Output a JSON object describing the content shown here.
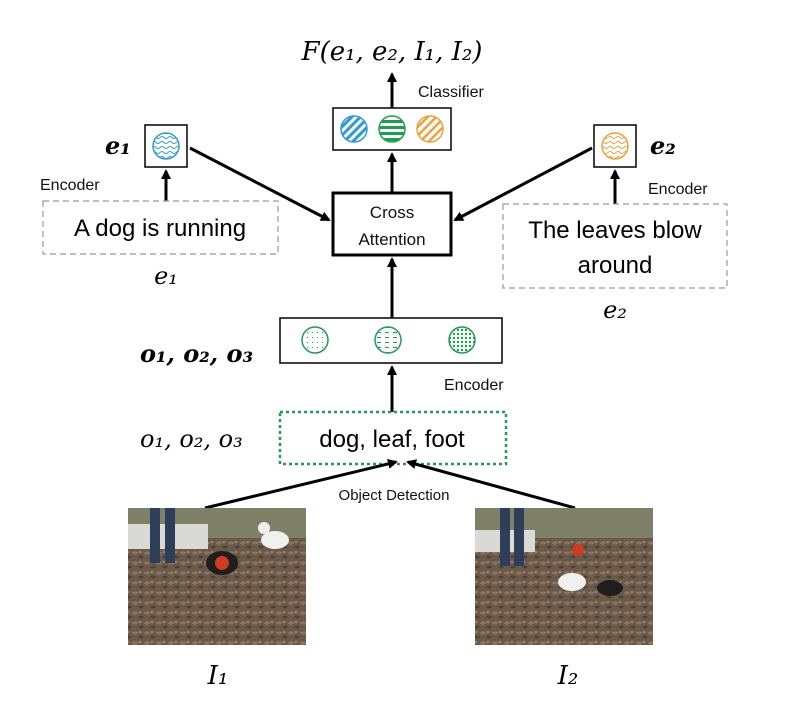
{
  "output_label": "F(e₁, e₂, I₁, I₂)",
  "classifier_label": "Classifier",
  "cross_attention": {
    "line1": "Cross",
    "line2": "Attention"
  },
  "left_branch": {
    "embedding_label": "e₁",
    "encoder_label": "Encoder",
    "text": "A dog is running",
    "text_symbol": "e₁",
    "circle_color": "#2f9bd6"
  },
  "right_branch": {
    "embedding_label": "e₂",
    "encoder_label": "Encoder",
    "text_line1": "The leaves blow",
    "text_line2": "around",
    "text_symbol": "e₂",
    "circle_color": "#f0a040"
  },
  "objects": {
    "embedding_label": "o₁, o₂, o₃",
    "encoder_label": "Encoder",
    "text": "dog, leaf, foot",
    "text_symbol": "o₁, o₂, o₃",
    "circle_color": "#1f9e4f"
  },
  "detection_label": "Object Detection",
  "images": [
    {
      "label": "I₁"
    },
    {
      "label": "I₂"
    }
  ],
  "classifier_colors": [
    "#2f9bd6",
    "#1f9e4f",
    "#f0a040"
  ]
}
